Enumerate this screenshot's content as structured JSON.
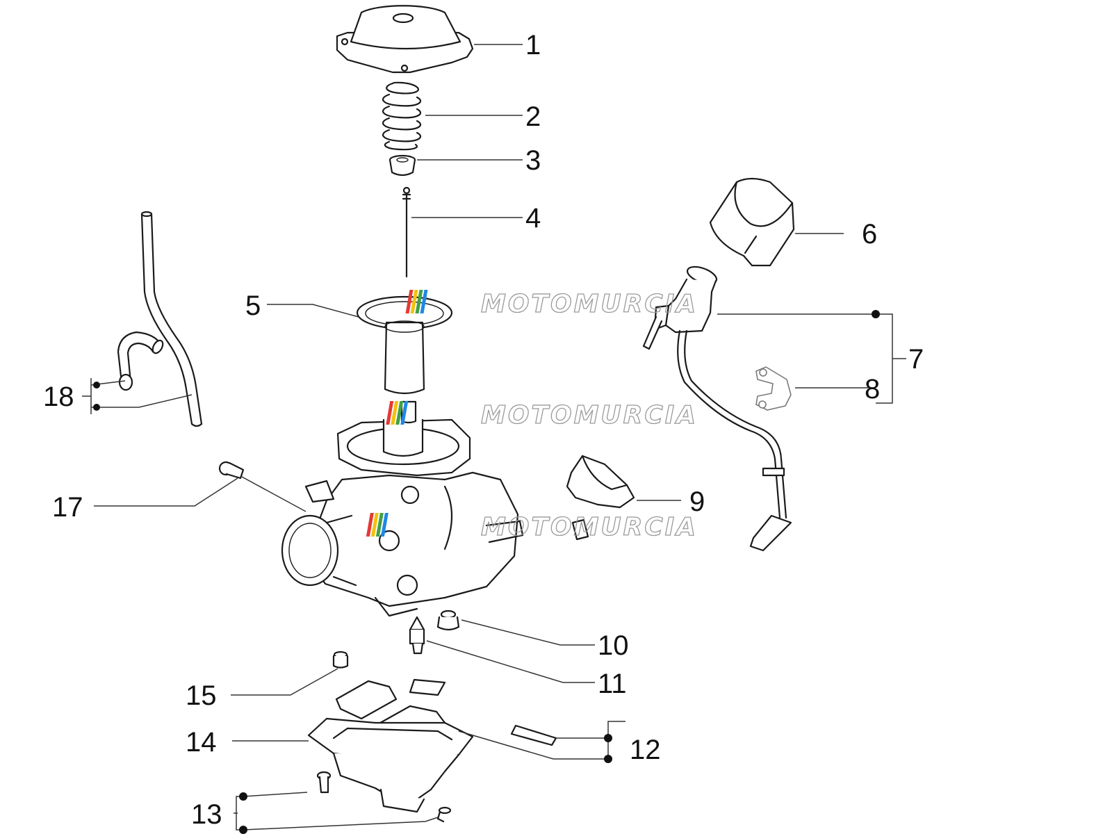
{
  "diagram": {
    "type": "exploded-parts-diagram",
    "callouts": [
      "1",
      "2",
      "3",
      "4",
      "5",
      "6",
      "7",
      "8",
      "9",
      "10",
      "11",
      "12",
      "13",
      "14",
      "15",
      "17",
      "18"
    ],
    "watermark": "MOTOMURCIA",
    "watermark_stripe_colors": [
      "#e53935",
      "#f4c20d",
      "#43a047",
      "#1e88e5"
    ],
    "line_color": "#1a1a1a"
  }
}
